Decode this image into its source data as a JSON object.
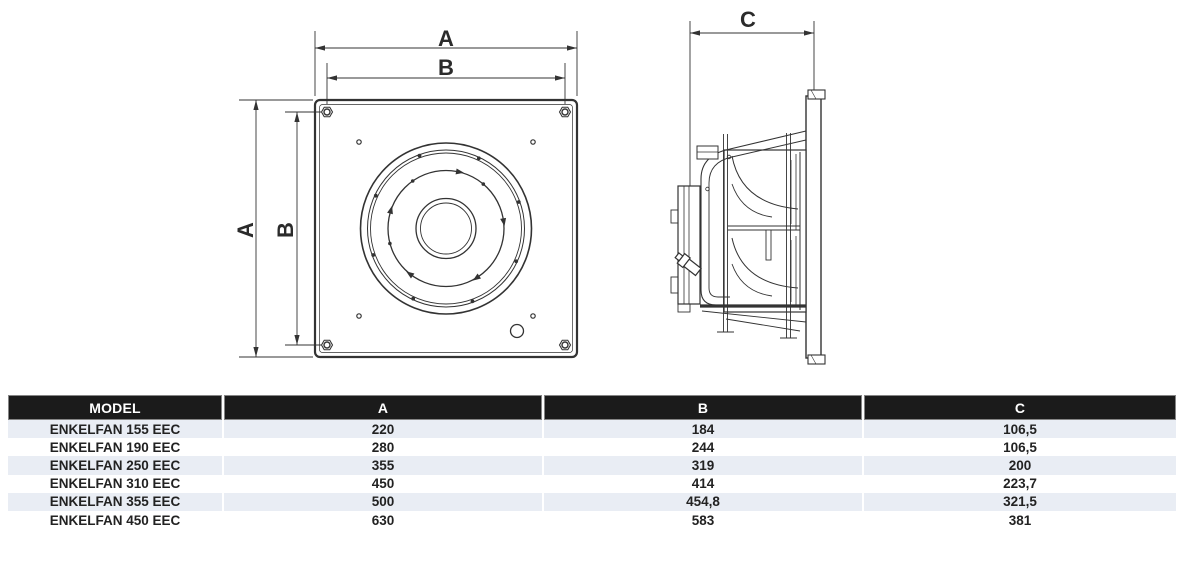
{
  "diagram": {
    "front_view": {
      "dim_a_top": "A",
      "dim_b_top": "B",
      "dim_a_left": "A",
      "dim_b_left": "B"
    },
    "side_view": {
      "dim_c": "C"
    }
  },
  "table": {
    "headers": [
      "MODEL",
      "A",
      "B",
      "C"
    ],
    "rows": [
      {
        "model": "ENKELFAN 155 EEC",
        "a": "220",
        "b": "184",
        "c": "106,5"
      },
      {
        "model": "ENKELFAN 190 EEC",
        "a": "280",
        "b": "244",
        "c": "106,5"
      },
      {
        "model": "ENKELFAN 250 EEC",
        "a": "355",
        "b": "319",
        "c": "200"
      },
      {
        "model": "ENKELFAN 310 EEC",
        "a": "450",
        "b": "414",
        "c": "223,7"
      },
      {
        "model": "ENKELFAN 355 EEC",
        "a": "500",
        "b": "454,8",
        "c": "321,5"
      },
      {
        "model": "ENKELFAN 450 EEC",
        "a": "630",
        "b": "583",
        "c": "381"
      }
    ]
  },
  "colors": {
    "line": "#333333",
    "header_bg": "#1b1b1b",
    "header_text": "#ffffff",
    "row_stripe": "#e9edf4",
    "body_text": "#222222"
  }
}
